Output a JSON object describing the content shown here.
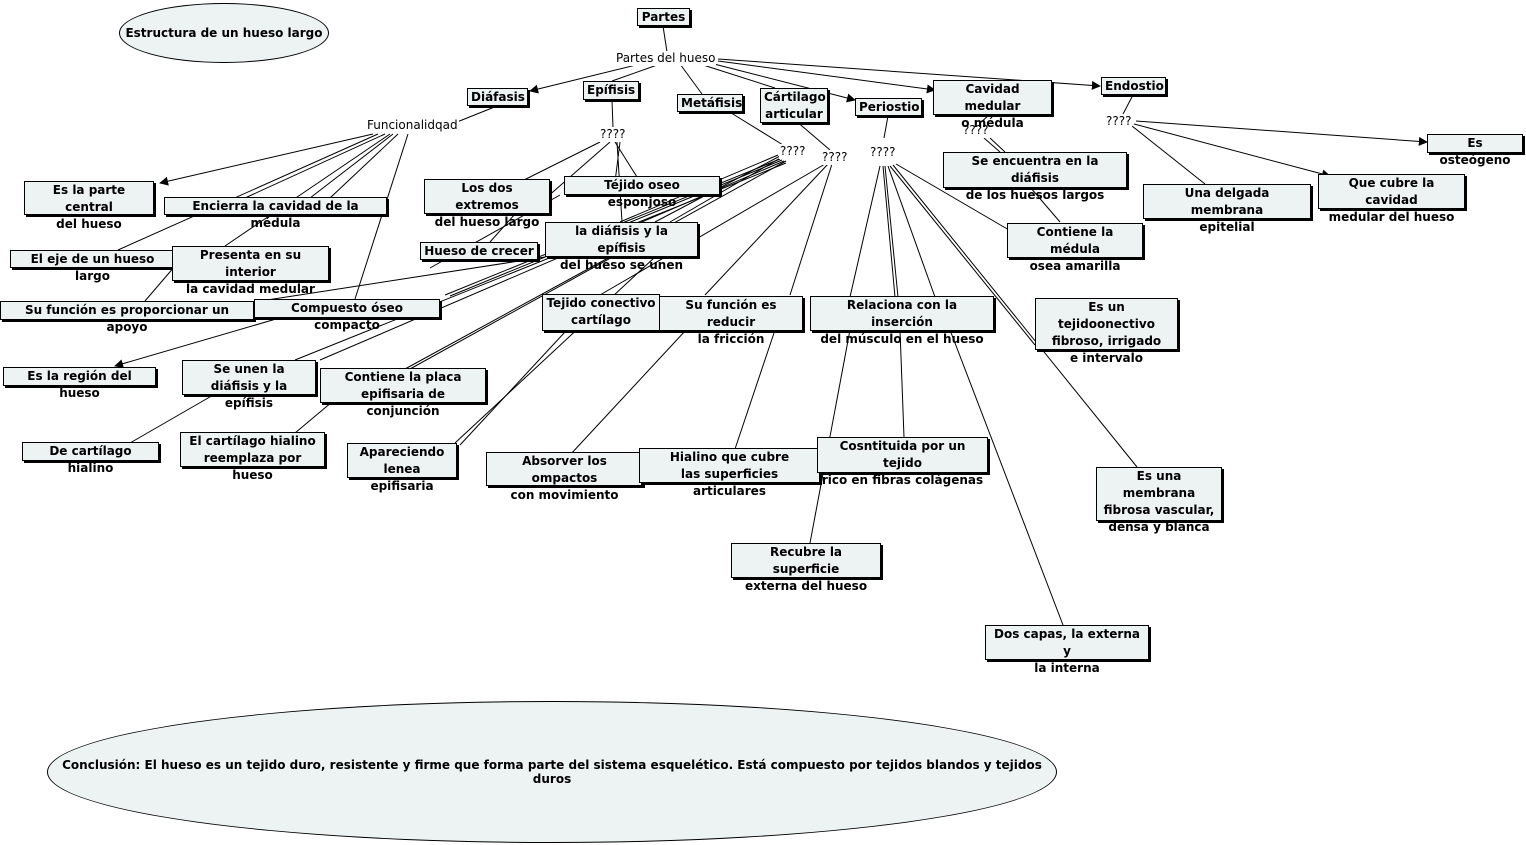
{
  "title": "Estructura de un hueso largo",
  "conclusion": "Conclusión: El hueso es un tejido duro, resistente y firme que forma parte del sistema esquelético. Está compuesto por tejidos blandos y tejidos duros",
  "colors": {
    "box_fill": "#edf3f3",
    "line": "#000000"
  },
  "labels": {
    "partes_del_hueso": "Partes del hueso",
    "funcionalidad": "Funcionalidqad",
    "q_epifisis": "????",
    "q_metafisis": "????",
    "q_cartilago": "????",
    "q_periostio": "????",
    "q_cavidad": "????",
    "q_endostio": "????"
  },
  "nodes": {
    "partes": "Partes",
    "diafisis": "Diáfasis",
    "epifisis": "Epífisis",
    "metafisis": "Metáfisis",
    "cartilago": "Cártilago\narticular",
    "periostio": "Periostio",
    "cavidad": "Cavidad medular\no médula",
    "endostio": "Endostio",
    "d_central": "Es la parte central\ndel hueso",
    "d_encierra": "Encierra la cavidad de la médula",
    "d_eje": "El eje de un hueso largo",
    "d_presenta": "Presenta en su interior\nla cavidad medular",
    "d_funcion": "Su función es proporcionar  un apoyo",
    "d_compuesto": "Compuesto óseo compacto",
    "d_region": "Es la región del hueso",
    "e_extremos": "Los dos extremos\ndel hueso largo",
    "e_esponjoso": "Téjido oseo esponjoso",
    "e_crecer": "Hueso de crecer",
    "m_unen": "la diáfisis y la epífisis\ndel hueso se unen",
    "m_seunen": "Se unen la\ndiáfisis y la epífisis",
    "m_hialino": "De cartílago hialino",
    "m_reemplaza": "El cartílago hialino\nreemplaza por hueso",
    "m_placa": "Contiene la placa\nepifisaria de conjunción",
    "m_linea": "Apareciendo\nlenea epifisaria",
    "c_tejido": "Tejido conectivo\ncartílago",
    "c_friccion": "Su función es reducir\nla fricción",
    "c_absorver": "Absorver los ompactos\ncon movimiento",
    "c_hialino": "Hialino que cubre\nlas superficies articulares",
    "p_musculo": "Relaciona con la inserción\ndel músculo en el hueso",
    "p_fibras": "Cosntituida por un tejido\nrico en fibras colágenas",
    "p_recubre": "Recubre la superficie\nexterna del hueso",
    "p_capas": "Dos capas, la externa y\nla interna",
    "p_membrana": "Es una membrana\nfibrosa vascular,\ndensa y blanca",
    "p_tejido": "Es un tejidoonectivo\nfibroso, irrigado\ne intervalo",
    "cm_diafisis": "Se encuentra en la diáfisis\nde los huesos largos",
    "cm_medula": "Contiene la médula\nosea amarilla",
    "en_membrana": "Una delgada membrana\nepitelial",
    "en_cubre": "Que cubre la cavidad\nmedular del hueso",
    "en_osteogeno": "Es osteógeno"
  }
}
